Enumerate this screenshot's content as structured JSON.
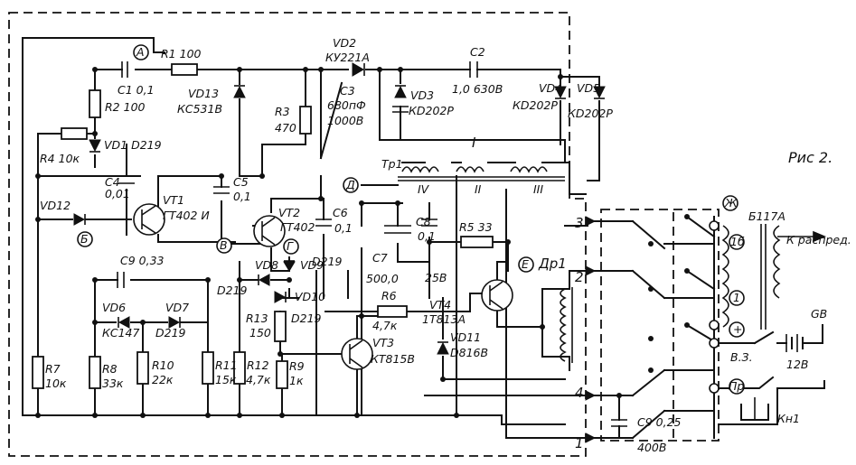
{
  "figure": {
    "caption": "Рис 2."
  },
  "nodes": {
    "A": "А",
    "B_cyr": "Б",
    "V": "В",
    "G": "Г",
    "D": "Д",
    "E": "Е",
    "ZH": "Ж",
    "Pr": "Пр"
  },
  "components": {
    "R1": "R1 100",
    "C1": "C1 0,1",
    "R2": "R2 100",
    "VD1": "VD1 D219",
    "R4": "R4 10к",
    "C4": "C4",
    "C4v": "0,01",
    "VD12": "VD12",
    "VT1": "VT1",
    "VT1t": "ГТ402 И",
    "C5": "C5",
    "C5v": "0,1",
    "VD13": "VD13",
    "VD13t": "КС531В",
    "R3": "R3",
    "R3v": "470",
    "VD2": "VD2",
    "VD2t": "КУ221А",
    "C3": "C3",
    "C3v": "680пФ",
    "C3v2": "1000В",
    "VD3": "VD3",
    "VD3t": "КD202Р",
    "C2": "C2",
    "C2v": "1,0  630В",
    "VD4": "VD4",
    "VD4t": "КD202Р",
    "VD5": "VD5",
    "VD5t": "КD202Р",
    "TrI": "I",
    "Tr1": "Тр1",
    "TrIV": "IV",
    "TrII": "II",
    "TrIII": "III",
    "VT2": "VT2",
    "VT2t": "ГТ402",
    "C6": "C6",
    "C6v": "0,1",
    "C9a": "C9  0,33",
    "VD8": "VD8",
    "VD9": "VD9",
    "VD10": "VD10",
    "D219a": "D219",
    "D219b": "D219",
    "D219c": "D219",
    "R13": "R13",
    "R13v": "150",
    "C7": "C7",
    "C7v": "500,0",
    "C8": "C8",
    "C8v": "0,1",
    "R5": "R5  33",
    "v25": "25В",
    "R6": "R6",
    "R6v": "4,7к",
    "VT4": "VT4",
    "VT4t": "1Т813А",
    "VD11": "VD11",
    "VD11t": "D816В",
    "VT3": "VT3",
    "VT3t": "КТ815В",
    "Dr1": "Др1",
    "VD6": "VD6",
    "VD6t": "КС147",
    "VD7": "VD7",
    "VD7t": "D219",
    "R7": "R7",
    "R7v": "10к",
    "R8": "R8",
    "R8v": "33к",
    "R10": "R10",
    "R10v": "22к",
    "R11": "R11",
    "R11v": "15к",
    "R12": "R12",
    "R12v": "4,7к",
    "R9": "R9",
    "R9v": "1к",
    "C9b": "C9  0,25",
    "v400": "400В",
    "B117": "Б117А",
    "kraspr": "К распред.",
    "c1b": "1б",
    "c1": "1",
    "plus": "+",
    "VZ": "В.З.",
    "GB": "GB",
    "GBv": "12В",
    "Kn1": "Кн1",
    "t3": "3",
    "t2": "2",
    "t4": "4",
    "t1": "1"
  }
}
